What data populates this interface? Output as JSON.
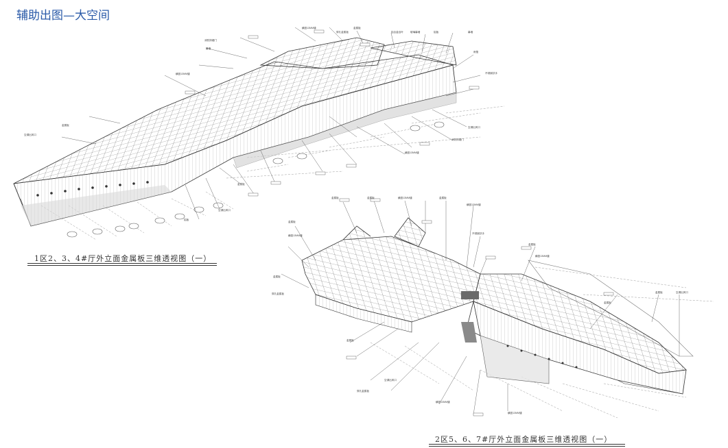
{
  "page": {
    "title": "辅助出图—大空间"
  },
  "captions": [
    "1区2、3、4#厅外立面金属板三维透视图（一）",
    "2区5、6、7#厅外立面金属板三维透视图（一）"
  ],
  "drawing1_labels": [
    "横竖13MM缝",
    "金属板",
    "空调出风口",
    "消防排烟门",
    "幕墙",
    "穿孔金属板",
    "不锈钢扶手",
    "铝合金百叶",
    "玻璃幕墙",
    "铝板",
    "雨篷",
    "空调出风口",
    "横竖13MM缝",
    "金属板",
    "消防排烟门",
    "铝板",
    "空调出风口",
    "横竖13MM缝",
    "金属板",
    "幕墙"
  ],
  "drawing2_labels": [
    "金属板",
    "金属板",
    "横竖13MM缝",
    "金属板",
    "横竖13MM缝",
    "金属板",
    "不锈钢扶手",
    "穿孔金属板",
    "横竖13MM缝",
    "金属板",
    "金属板",
    "横竖13MM缝",
    "空调出风口",
    "金属板",
    "横竖13MM缝",
    "金属板",
    "穿孔金属板",
    "空调出风口",
    "金属板",
    "横竖13MM缝"
  ]
}
